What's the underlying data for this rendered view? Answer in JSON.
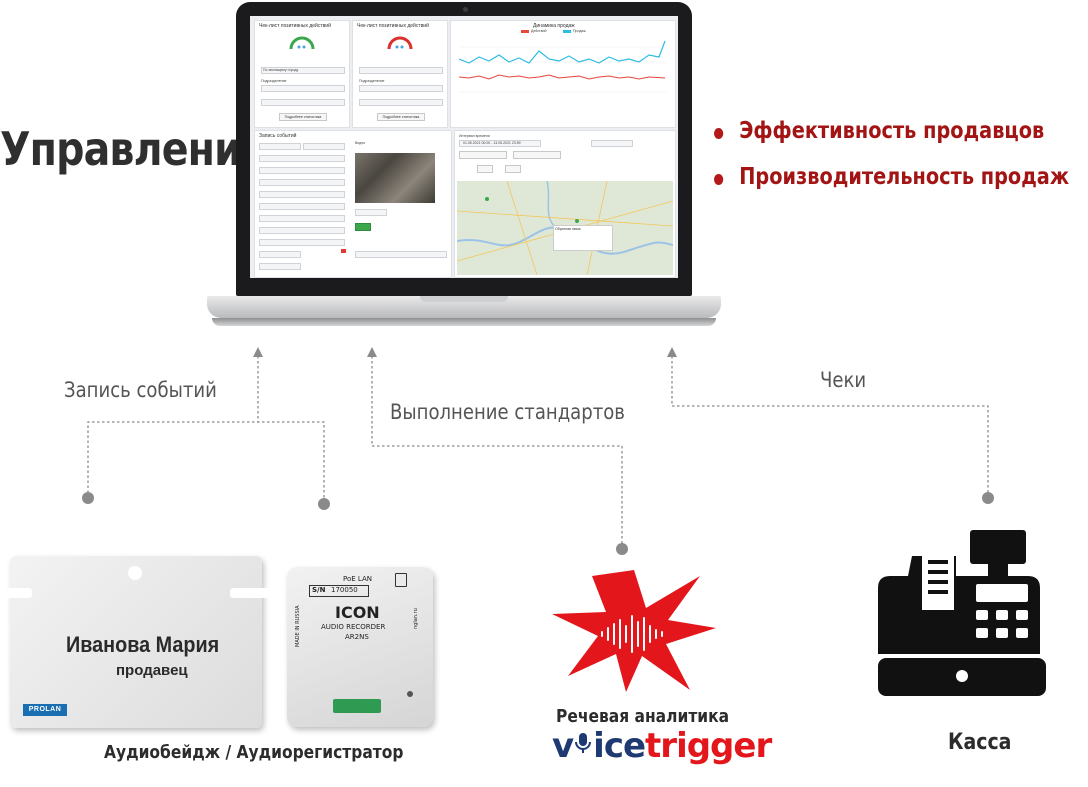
{
  "heading": "Управление:",
  "benefits": [
    {
      "text": "Эффективность продавцов"
    },
    {
      "text": "Производительность продаж"
    }
  ],
  "flows": {
    "events": "Запись событий",
    "standards": "Выполнение стандартов",
    "receipts": "Чеки"
  },
  "devices": {
    "badge": {
      "name": "Иванова Мария",
      "role": "продавец",
      "logo": "PROLAN"
    },
    "recorder": {
      "top": "PoE LAN",
      "sn_label": "S/N",
      "sn_value": "170050",
      "brand": "ICON",
      "line1": "AUDIO RECORDER",
      "line2": "AR2NS",
      "made": "MADE IN RUSSIA",
      "site": "nglan.ru"
    },
    "badge_recorder_label": "Аудиобейдж / Аудиорегистратор",
    "speech": {
      "caption": "Речевая аналитика",
      "brand_prefix": "v",
      "brand_mid": "ice",
      "brand_suffix": "trigger"
    },
    "register_label": "Касса"
  },
  "colors": {
    "accent_red": "#b41818",
    "text_dark": "#2f2f2f",
    "connector": "#8a8a8a",
    "burst": "#e3161b",
    "voicetrigger_blue": "#1f3a73",
    "voicetrigger_red": "#e3161b"
  },
  "screen": {
    "panel_a_title": "Чек-лист позитивных действий",
    "panel_b_title": "Чек-лист позитивных действий",
    "chart_title": "Динамика продаж",
    "legend_a": "Действий",
    "legend_b": "Продаж",
    "search_placeholder": "По звонящему городу",
    "group_label": "Подразделение",
    "btn_label": "Подробнее статистика",
    "period_label": "Интервал времени",
    "date_range": "01.05.2021 00:00 - 13.05.2021 23:59",
    "map_popup": "Обратная связь",
    "form_title": "Запись событий",
    "video_label": "Видео"
  }
}
